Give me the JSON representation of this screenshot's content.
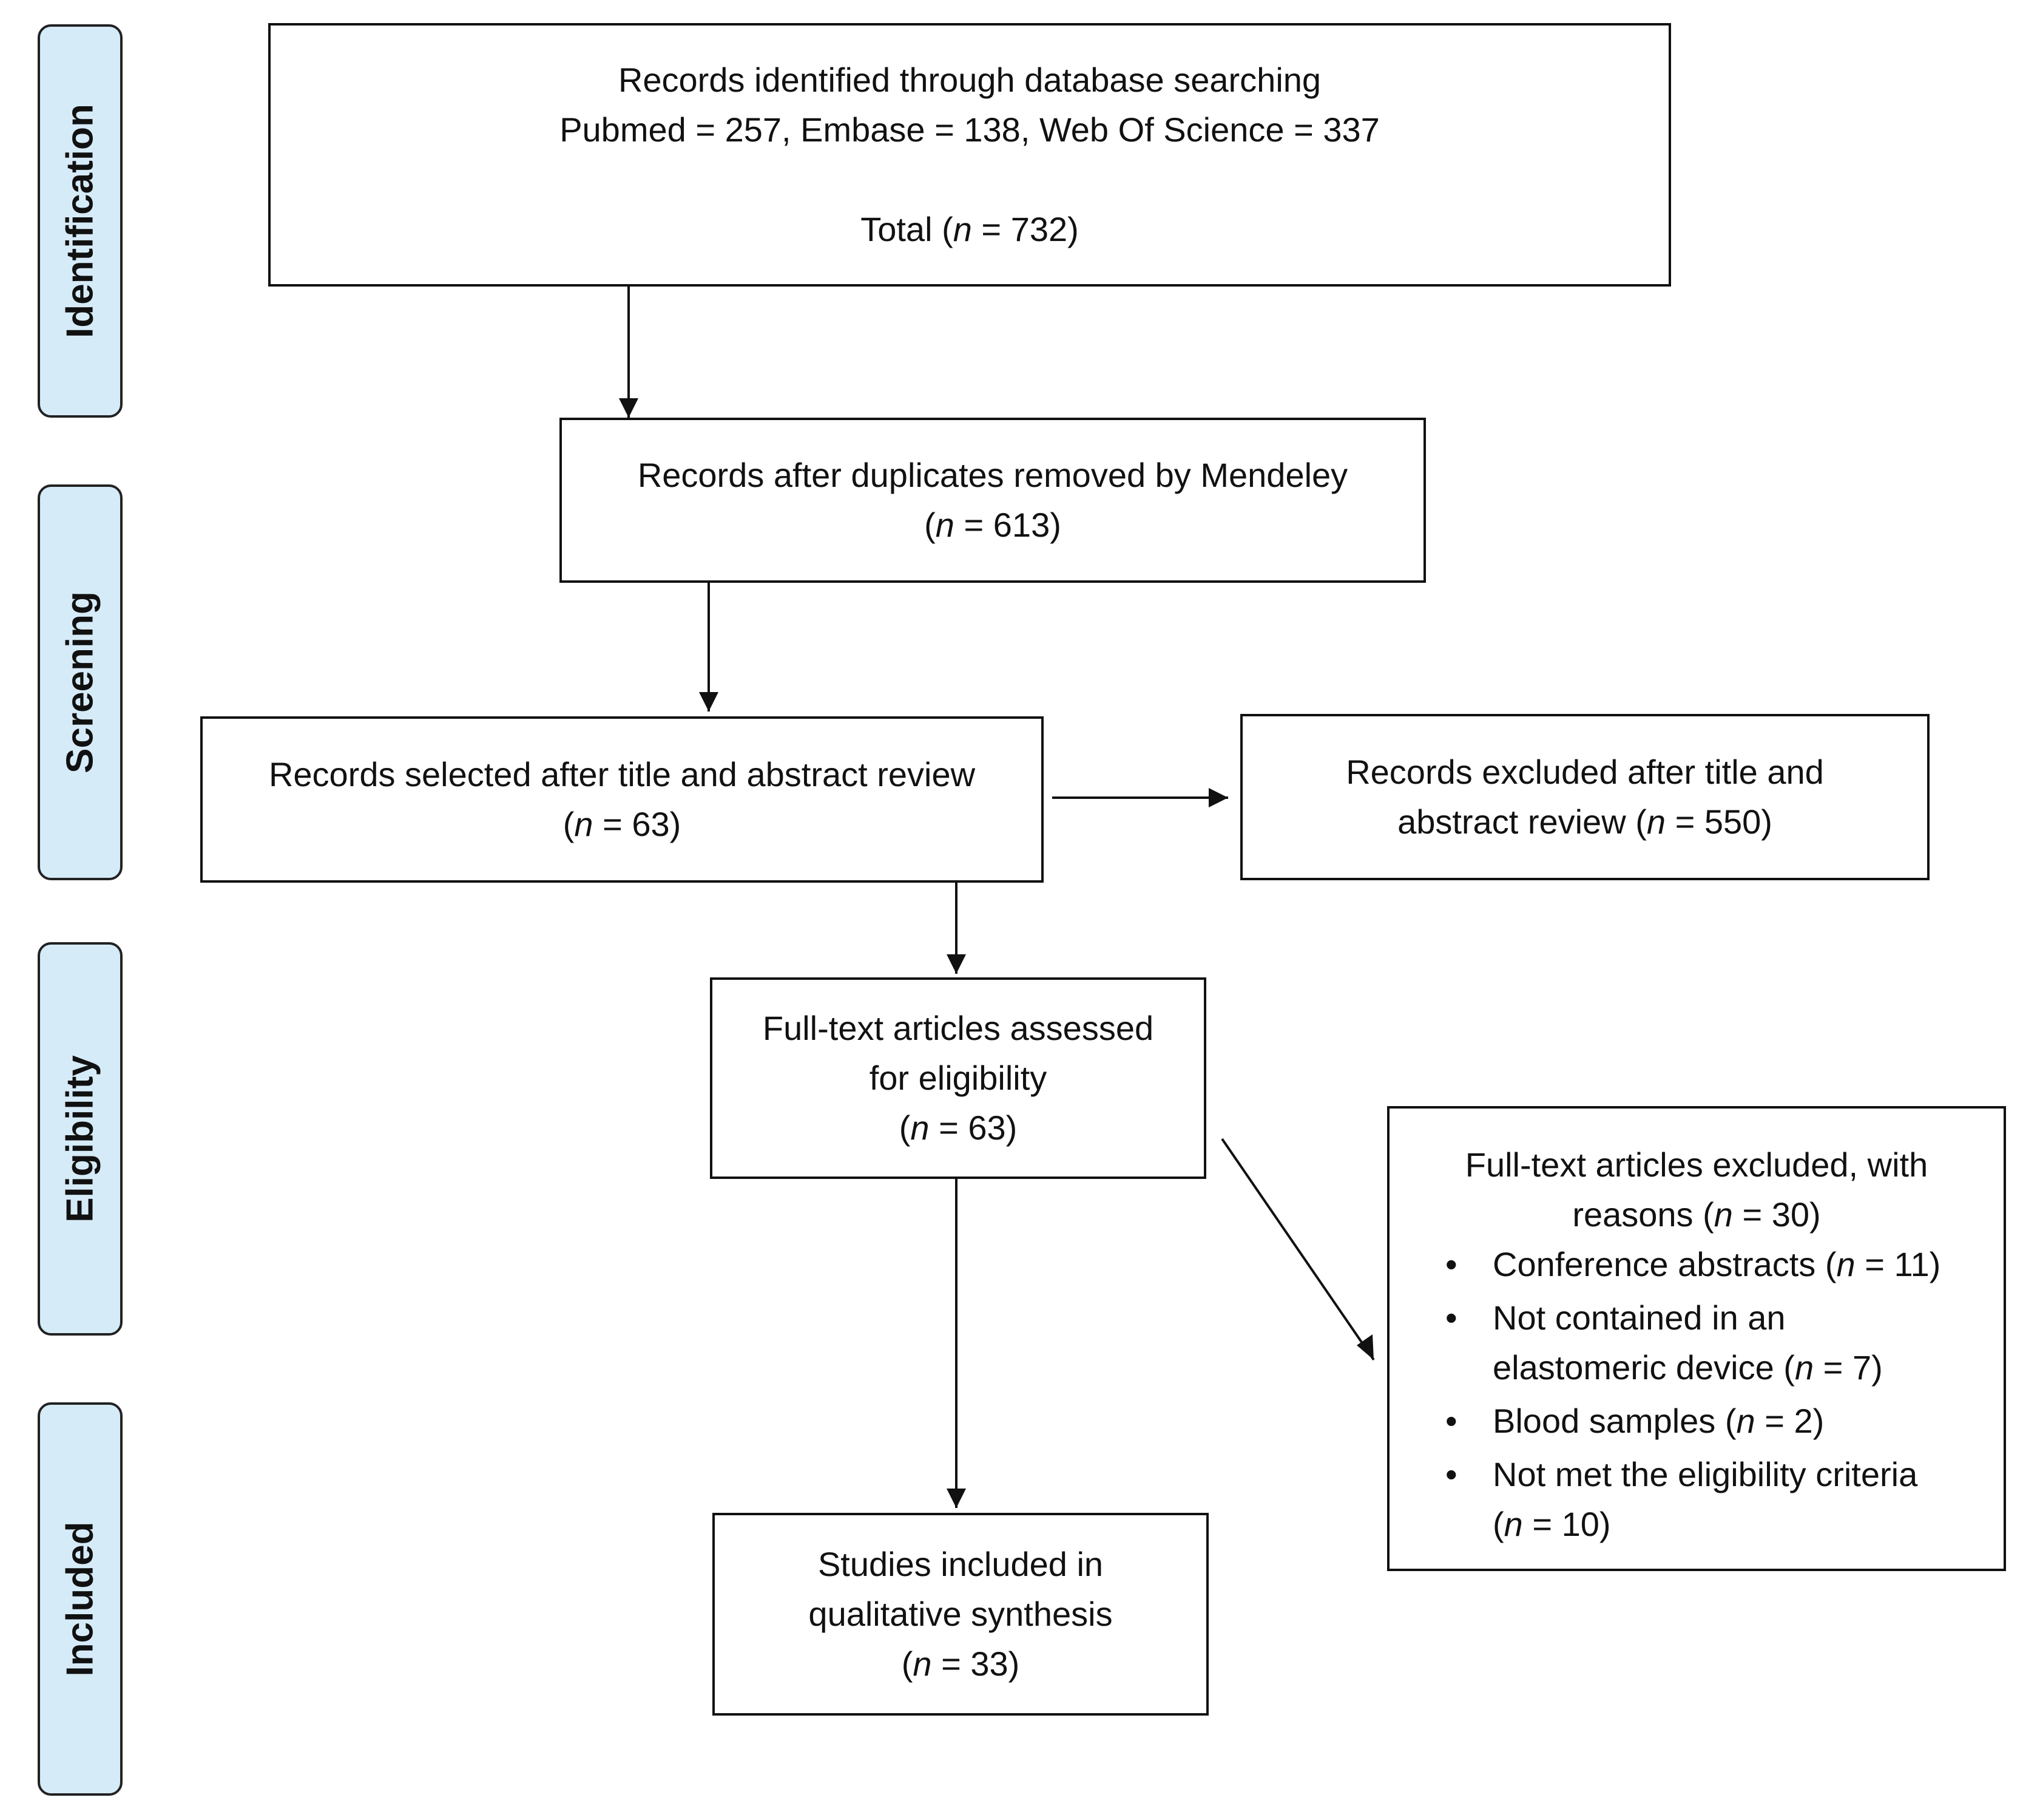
{
  "phases": {
    "identification": "Identification",
    "screening": "Screening",
    "eligibility": "Eligibility",
    "included": "Included"
  },
  "boxes": {
    "identified": {
      "line1": "Records identified through database searching",
      "line2": "Pubmed = 257, Embase = 138, Web Of Science = 337",
      "total_prefix": "Total (",
      "n_symbol": "n",
      "total_value": " = 732)"
    },
    "duplicates_removed": {
      "line1": "Records after duplicates removed by Mendeley",
      "prefix": "(",
      "n_symbol": "n",
      "value": " = 613)"
    },
    "selected": {
      "line1": "Records selected after title and abstract review",
      "prefix": "(",
      "n_symbol": "n",
      "value": " = 63)"
    },
    "excluded_title_abstract": {
      "line1": "Records excluded after title and",
      "line2_prefix": "abstract review (",
      "n_symbol": "n",
      "value": " = 550)"
    },
    "full_text_assessed": {
      "line1": "Full-text articles assessed",
      "line2": "for eligibility",
      "prefix": "(",
      "n_symbol": "n",
      "value": " = 63)"
    },
    "included_studies": {
      "line1": "Studies included in",
      "line2": "qualitative synthesis",
      "prefix": "(",
      "n_symbol": "n",
      "value": " = 33)"
    },
    "full_text_excluded": {
      "line1": "Full-text articles excluded, with",
      "line2_prefix": "reasons (",
      "n_symbol": "n",
      "line2_value": " = 30)",
      "reasons": [
        {
          "text": "Conference abstracts (",
          "n_symbol": "n",
          "value": " = 11)"
        },
        {
          "text": "Not contained in an",
          "text2": "elastomeric device (",
          "n_symbol": "n",
          "value": " = 7)"
        },
        {
          "text": "Blood samples (",
          "n_symbol": "n",
          "value": " = 2)"
        },
        {
          "text": "Not met the eligibility criteria",
          "text2": "(",
          "n_symbol": "n",
          "value": " = 10)"
        }
      ]
    }
  }
}
